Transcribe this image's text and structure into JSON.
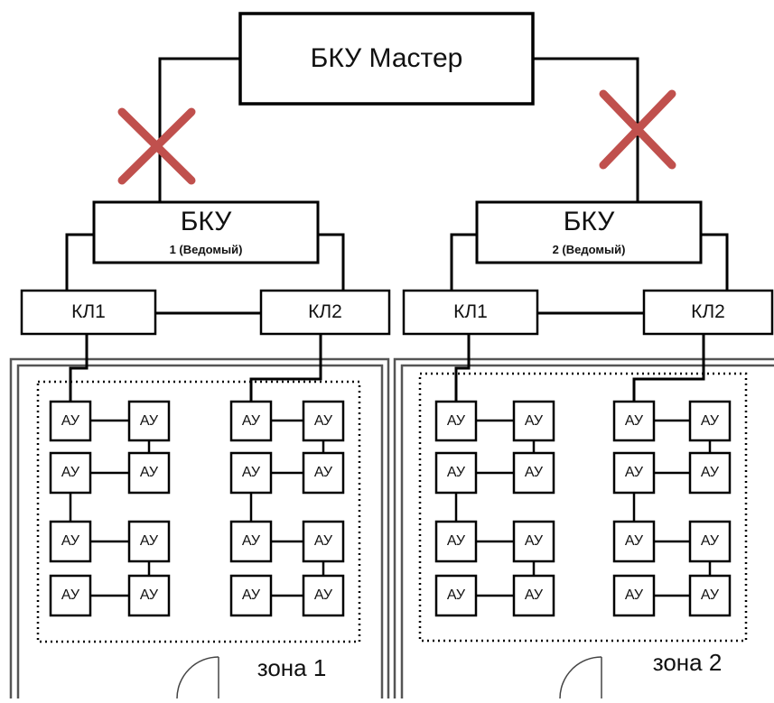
{
  "master": {
    "label": "БКУ Мастер"
  },
  "slaves": [
    {
      "title": "БКУ",
      "subtitle": "1 (Ведомый)",
      "kl": [
        "КЛ1",
        "КЛ2"
      ],
      "zone": "зона 1",
      "link_broken": true
    },
    {
      "title": "БКУ",
      "subtitle": "2 (Ведомый)",
      "kl": [
        "КЛ1",
        "КЛ2"
      ],
      "zone": "зона 2",
      "link_broken": true
    }
  ],
  "device_label": "АУ",
  "devices_per_zone": 16,
  "colors": {
    "line": "#000000",
    "cross": "#c0504d",
    "wall": "#555555",
    "background": "#ffffff"
  }
}
